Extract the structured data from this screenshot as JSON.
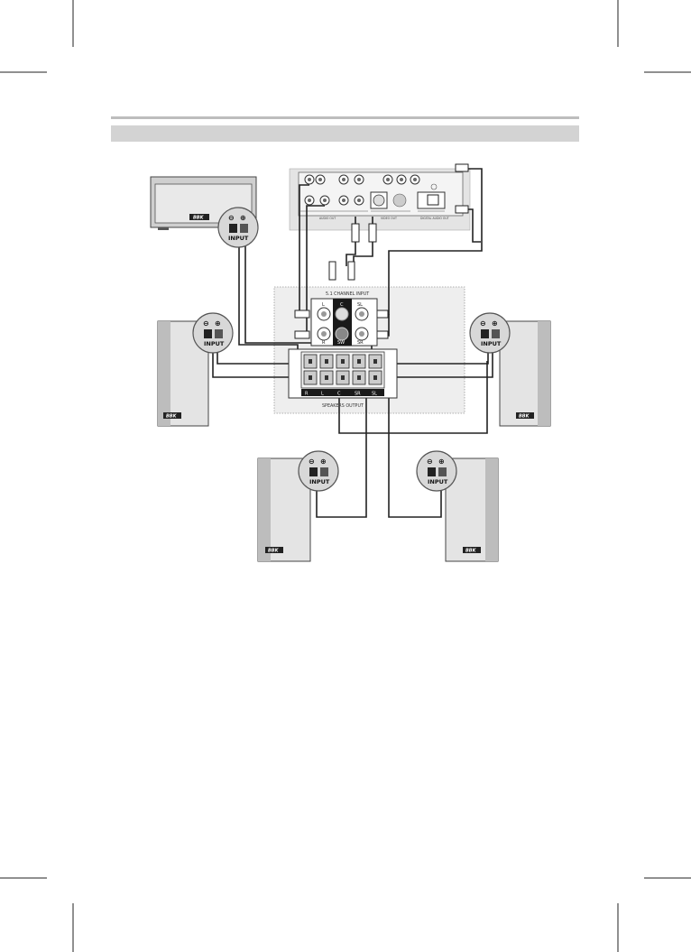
{
  "brand_logo": "BBK",
  "dvd_player": {
    "video_out_label": "VIDEO OUT",
    "audio_out_label": "AUDIO OUT",
    "digital_audio_out_label": "DIGITAL AUDIO OUT"
  },
  "amplifier": {
    "channel_input_label": "5.1 CHANNEL INPUT",
    "inputs": {
      "l": "L",
      "c": "C",
      "sl": "SL",
      "r": "R",
      "sw": "SW",
      "sr": "SR"
    },
    "speakers_output_label": "SPEAKERS OUTPUT",
    "outputs": [
      "R",
      "L",
      "C",
      "SR",
      "SL"
    ]
  },
  "speaker_terminal": {
    "input_label": "INPUT",
    "minus": "⊖",
    "plus": "⊕"
  }
}
